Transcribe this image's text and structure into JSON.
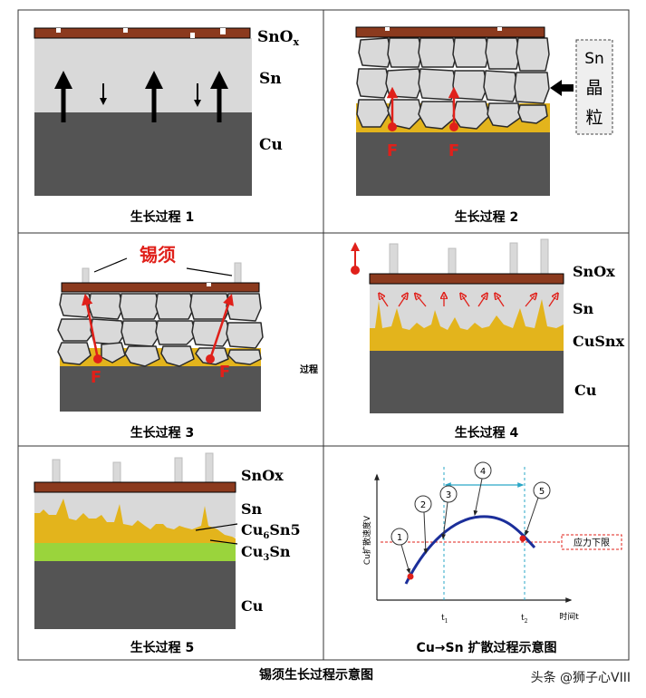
{
  "panels": {
    "p1": {
      "caption": "生长过程 1",
      "labels": {
        "oxide_main": "SnO",
        "oxide_sub": "x",
        "tin": "Sn",
        "copper": "Cu"
      }
    },
    "p2": {
      "caption": "生长过程 2",
      "force": "F",
      "grain_box": {
        "line1": "Sn",
        "line2": "晶",
        "line3": "粒"
      }
    },
    "p3": {
      "caption": "生长过程 3",
      "force": "F",
      "whisker_label": "锡须"
    },
    "p4": {
      "caption": "生长过程 4",
      "labels": {
        "oxide": "SnOx",
        "tin": "Sn",
        "imc": "CuSnx",
        "copper": "Cu"
      }
    },
    "p5": {
      "caption": "生长过程 5",
      "labels": {
        "oxide": "SnOx",
        "tin": "Sn",
        "imc1_a": "Cu",
        "imc1_sub": "6",
        "imc1_b": "Sn5",
        "imc2_a": "Cu",
        "imc2_sub": "3",
        "imc2_b": "Sn",
        "copper": "Cu"
      }
    },
    "p6": {
      "caption": "Cu→Sn 扩散过程示意图",
      "ylabel": "Cu扩散速度V",
      "xlabel": "时间t",
      "t1_main": "t",
      "t1_sub": "1",
      "t2_main": "t",
      "t2_sub": "2",
      "threshold_label": "应力下限",
      "stage_markers": [
        "1",
        "2",
        "3",
        "4",
        "5"
      ]
    }
  },
  "side_note": "过程",
  "figure_title": "锡须生长过程示意图",
  "watermark": "头条 @狮子心VIII",
  "colors": {
    "oxide": "#8b3a1e",
    "tin": "#d9d9d9",
    "copper": "#545454",
    "imc": "#e3b41c",
    "imc2": "#9ad43c",
    "force": "#e0201a",
    "curve": "#1b2e9a"
  }
}
